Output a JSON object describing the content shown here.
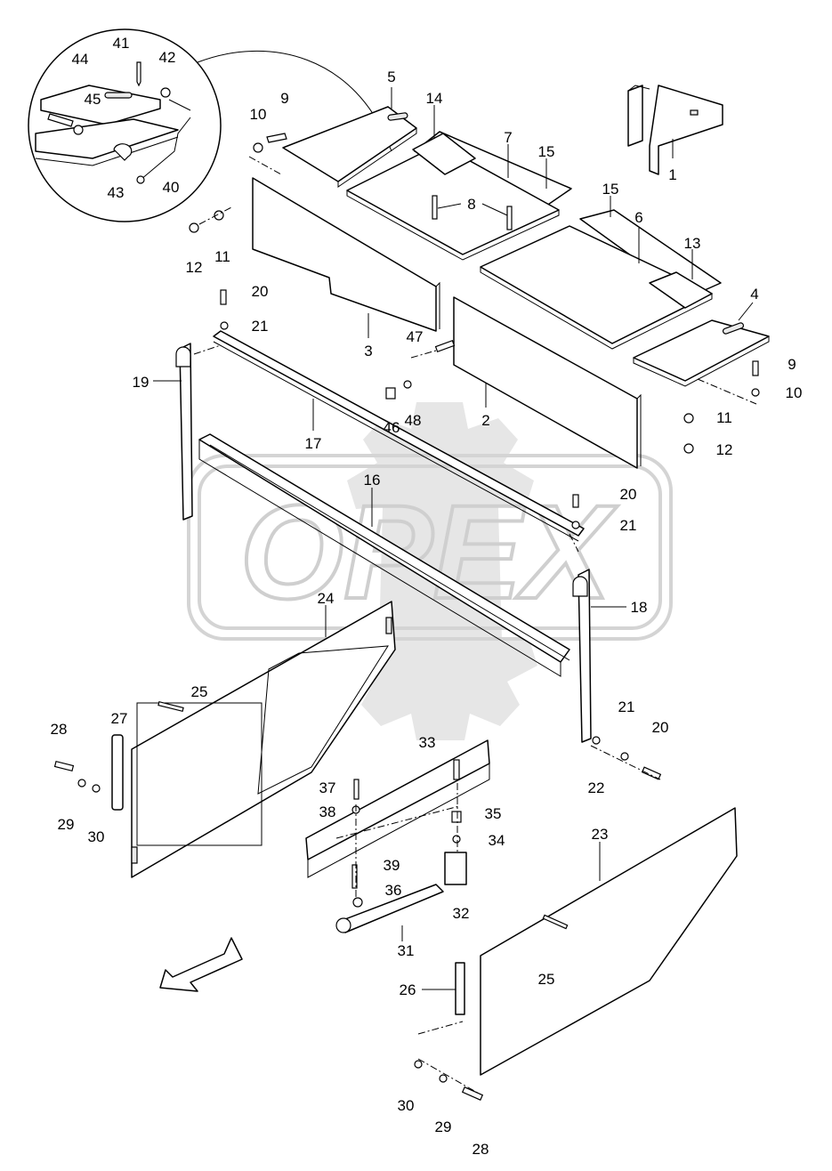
{
  "watermark": {
    "text": "OPEX"
  },
  "callouts": [
    {
      "id": "c1",
      "text": "1"
    },
    {
      "id": "c2",
      "text": "2"
    },
    {
      "id": "c3",
      "text": "3"
    },
    {
      "id": "c4",
      "text": "4"
    },
    {
      "id": "c5",
      "text": "5"
    },
    {
      "id": "c6",
      "text": "6"
    },
    {
      "id": "c7",
      "text": "7"
    },
    {
      "id": "c8",
      "text": "8"
    },
    {
      "id": "c9a",
      "text": "9"
    },
    {
      "id": "c9b",
      "text": "9"
    },
    {
      "id": "c10a",
      "text": "10"
    },
    {
      "id": "c10b",
      "text": "10"
    },
    {
      "id": "c11a",
      "text": "11"
    },
    {
      "id": "c11b",
      "text": "11"
    },
    {
      "id": "c12a",
      "text": "12"
    },
    {
      "id": "c12b",
      "text": "12"
    },
    {
      "id": "c13",
      "text": "13"
    },
    {
      "id": "c14",
      "text": "14"
    },
    {
      "id": "c15a",
      "text": "15"
    },
    {
      "id": "c15b",
      "text": "15"
    },
    {
      "id": "c16",
      "text": "16"
    },
    {
      "id": "c17",
      "text": "17"
    },
    {
      "id": "c18",
      "text": "18"
    },
    {
      "id": "c19",
      "text": "19"
    },
    {
      "id": "c20a",
      "text": "20"
    },
    {
      "id": "c20b",
      "text": "20"
    },
    {
      "id": "c20c",
      "text": "20"
    },
    {
      "id": "c21a",
      "text": "21"
    },
    {
      "id": "c21b",
      "text": "21"
    },
    {
      "id": "c21c",
      "text": "21"
    },
    {
      "id": "c22",
      "text": "22"
    },
    {
      "id": "c23",
      "text": "23"
    },
    {
      "id": "c24",
      "text": "24"
    },
    {
      "id": "c25a",
      "text": "25"
    },
    {
      "id": "c25b",
      "text": "25"
    },
    {
      "id": "c26",
      "text": "26"
    },
    {
      "id": "c27",
      "text": "27"
    },
    {
      "id": "c28a",
      "text": "28"
    },
    {
      "id": "c28b",
      "text": "28"
    },
    {
      "id": "c29a",
      "text": "29"
    },
    {
      "id": "c29b",
      "text": "29"
    },
    {
      "id": "c30a",
      "text": "30"
    },
    {
      "id": "c30b",
      "text": "30"
    },
    {
      "id": "c31",
      "text": "31"
    },
    {
      "id": "c32",
      "text": "32"
    },
    {
      "id": "c33",
      "text": "33"
    },
    {
      "id": "c34",
      "text": "34"
    },
    {
      "id": "c35",
      "text": "35"
    },
    {
      "id": "c36",
      "text": "36"
    },
    {
      "id": "c37",
      "text": "37"
    },
    {
      "id": "c38",
      "text": "38"
    },
    {
      "id": "c39",
      "text": "39"
    },
    {
      "id": "c40",
      "text": "40"
    },
    {
      "id": "c41",
      "text": "41"
    },
    {
      "id": "c42",
      "text": "42"
    },
    {
      "id": "c43",
      "text": "43"
    },
    {
      "id": "c44",
      "text": "44"
    },
    {
      "id": "c45",
      "text": "45"
    },
    {
      "id": "c46",
      "text": "46"
    },
    {
      "id": "c47",
      "text": "47"
    },
    {
      "id": "c48",
      "text": "48"
    }
  ]
}
